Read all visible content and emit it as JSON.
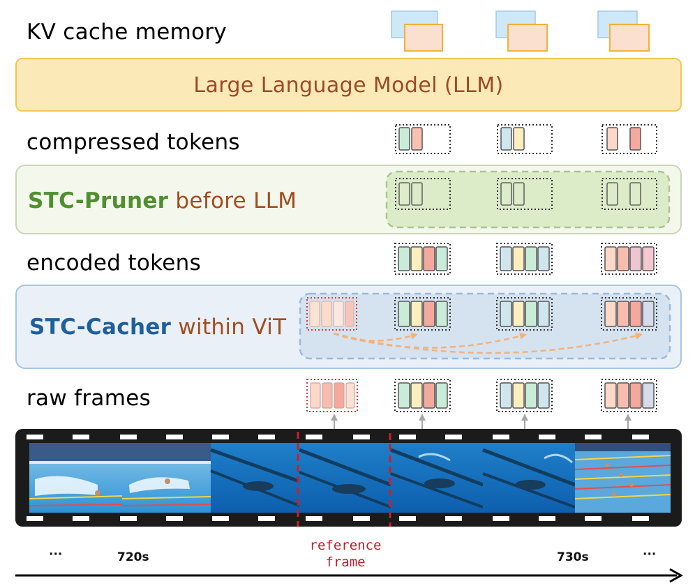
{
  "row_labels": {
    "kv_cache": "KV cache memory",
    "compressed": "compressed tokens",
    "encoded": "encoded tokens",
    "raw": "raw frames"
  },
  "llm": {
    "label": "Large Language Model (LLM)"
  },
  "pruner": {
    "name": "STC-Pruner",
    "suffix": " before LLM"
  },
  "cacher": {
    "name": "STC-Cacher",
    "suffix": " within ViT"
  },
  "timeline": {
    "left_ellipsis": "···",
    "start_time": "720s",
    "end_time": "730s",
    "right_ellipsis": "···"
  },
  "reference_label": {
    "line1": "reference",
    "line2": "frame"
  },
  "colors": {
    "llm_fill": "#fbe9b8",
    "llm_border": "#f4c552",
    "llm_text": "#9c4a26",
    "pruner_green": "#4f8f2f",
    "pruner_fill": "#f4f7ec",
    "pruner_border": "#c9d6b8",
    "cacher_blue": "#1f5f9a",
    "cacher_fill": "#e9f0f8",
    "cacher_border": "#a8c4e2",
    "brown": "#a24c20",
    "red_dash": "#c8202a",
    "arrow_orange": "#f3b27a",
    "token_green": "#c9ecd8",
    "token_yellow": "#fdeec0",
    "token_red": "#f4a99f",
    "token_blue": "#cfe6ef",
    "token_peach": "#fbd8c8",
    "token_slate": "#d7dcea"
  }
}
